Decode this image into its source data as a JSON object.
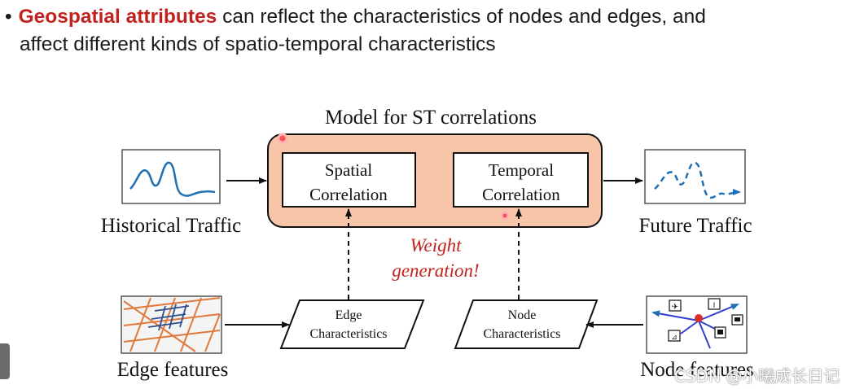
{
  "header": {
    "bullet": "•",
    "highlight": "Geospatial attributes",
    "rest_line1": " can reflect the characteristics of nodes and edges, and",
    "line2": "affect different kinds of spatio-temporal characteristics"
  },
  "diagram": {
    "model_title": "Model for ST correlations",
    "spatial_line1": "Spatial",
    "spatial_line2": "Correlation",
    "temporal_line1": "Temporal",
    "temporal_line2": "Correlation",
    "historical_label": "Historical Traffic",
    "future_label": "Future Traffic",
    "weight_line1": "Weight",
    "weight_line2": "generation!",
    "edge_char_line1": "Edge",
    "edge_char_line2": "Characteristics",
    "node_char_line1": "Node",
    "node_char_line2": "Characteristics",
    "edge_features_label": "Edge features",
    "node_features_label": "Node features"
  },
  "colors": {
    "accent_red": "#c0231e",
    "model_fill": "#f8c5a8",
    "curve_blue": "#1f6fb4"
  },
  "watermark": "CSDN @小曦成长日记"
}
